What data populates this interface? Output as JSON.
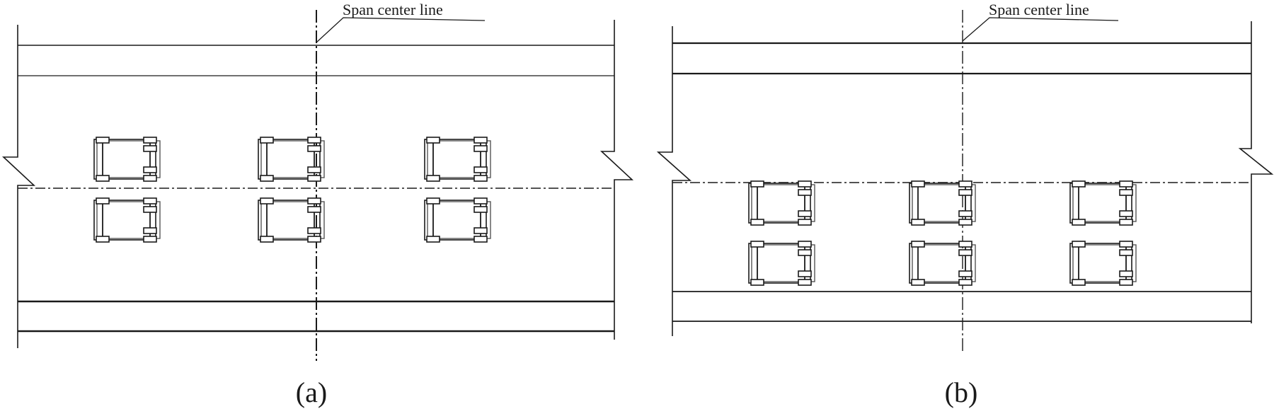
{
  "figure": {
    "panels": [
      {
        "id": "a",
        "caption": "(a)",
        "callout": "Span center line"
      },
      {
        "id": "b",
        "caption": "(b)",
        "callout": "Span center line"
      }
    ]
  }
}
